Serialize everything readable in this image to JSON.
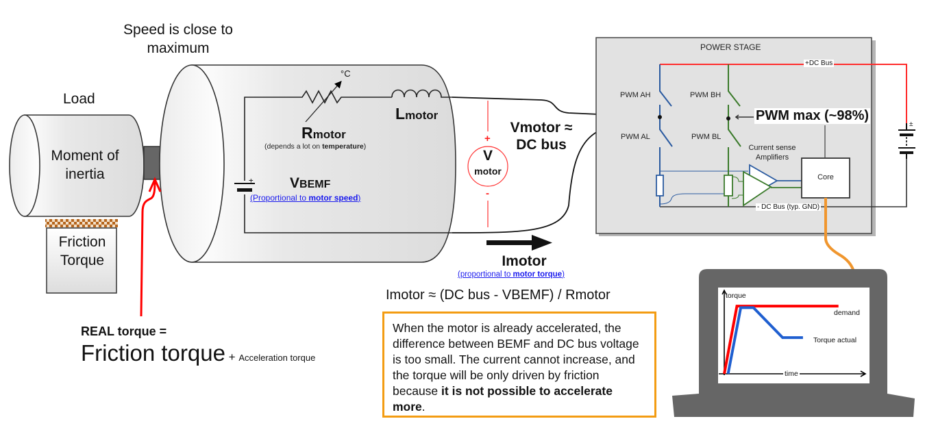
{
  "title": "Speed is close to maximum",
  "load": {
    "label": "Load",
    "inertia_label": "Moment of inertia",
    "friction_label": "Friction Torque"
  },
  "motor": {
    "rmotor_main": "R",
    "rmotor_sub": "motor",
    "rmotor_note_pre": "(depends a lot on ",
    "rmotor_note_bold": "temperature",
    "rmotor_note_post": ")",
    "thermistor_unit": "°C",
    "lmotor_main": "L",
    "lmotor_sub": "motor",
    "vbemf_main": "V",
    "vbemf_sub": "BEMF",
    "vbemf_note_pre": "(Proportional to ",
    "vbemf_note_bold": "motor speed",
    "vbemf_note_post": ")",
    "vmotor_symbol": "V",
    "vmotor_symbol_sub": "motor",
    "vmotor_plus": "+",
    "vmotor_minus": "-",
    "vmotor_eq_line1": "Vmotor ≈",
    "vmotor_eq_line2": "DC bus",
    "imotor_label": "Imotor",
    "imotor_note_pre": "(proportional to ",
    "imotor_note_bold": "motor torque",
    "imotor_note_post": ")"
  },
  "power_stage": {
    "title": "POWER STAGE",
    "dc_bus_plus": "+DC Bus",
    "dc_bus_minus": "- DC Bus (typ. GND)",
    "pwm_ah": "PWM AH",
    "pwm_bh": "PWM BH",
    "pwm_al": "PWM AL",
    "pwm_bl": "PWM BL",
    "current_sense": "Current sense",
    "amplifiers": "Amplifiers",
    "core": "Core",
    "pwm_max": "PWM max (~98%)",
    "battery_plus": "±"
  },
  "equation": "Imotor ≈ (DC bus - VBEMF) / Rmotor",
  "note": {
    "text_pre": "When the motor is already accelerated, the difference between BEMF and DC bus voltage is too small. The current cannot increase, and the torque will be only driven by friction because ",
    "text_bold": "it is not possible to accelerate more",
    "text_post": "."
  },
  "real_torque": {
    "line1": "REAL torque =",
    "friction": "Friction torque",
    "plus": " + ",
    "acceleration": "Acceleration torque"
  },
  "colors": {
    "dc_bus_plus": "#ff2020",
    "phase_a": "#2a5aa0",
    "phase_b": "#3a7a2a",
    "orange": "#f0962e",
    "laptop": "#666666",
    "note_border": "#f39c12",
    "link": "#1a1aee"
  },
  "chart_data": {
    "type": "line",
    "title": "",
    "xlabel": "time",
    "ylabel": "torque",
    "xlim": [
      0,
      10
    ],
    "ylim": [
      0,
      10
    ],
    "grid": false,
    "legend": "inline-right",
    "series": [
      {
        "name": "demand",
        "color": "#ff0000",
        "x": [
          0,
          1.0,
          9.0
        ],
        "y": [
          0,
          8.6,
          8.6
        ]
      },
      {
        "name": "Torque actual",
        "color": "#1f5fd0",
        "x": [
          0.3,
          1.3,
          2.3,
          4.6,
          6.2
        ],
        "y": [
          0,
          8.4,
          8.4,
          4.6,
          4.6
        ]
      }
    ]
  }
}
